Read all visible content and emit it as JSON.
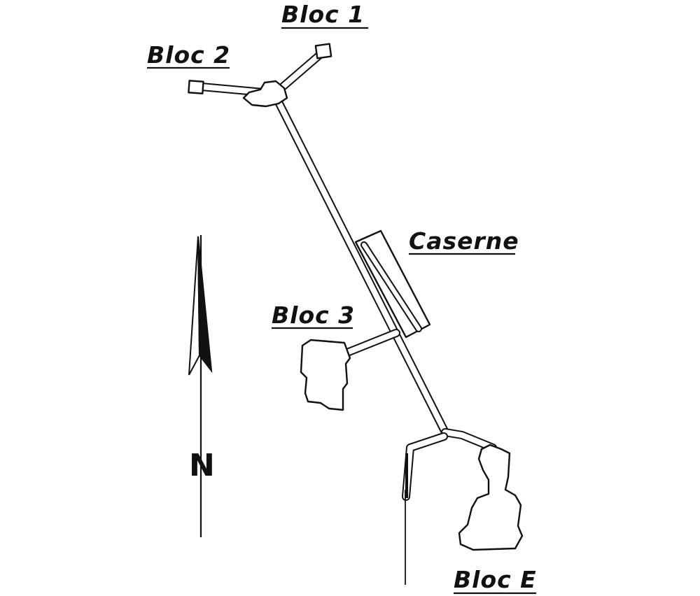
{
  "labels": {
    "bloc1": "Bloc 1",
    "bloc2": "Bloc 2",
    "caserne": "Caserne",
    "bloc3": "Bloc 3",
    "blocE": "Bloc E"
  },
  "north_arrow": {
    "letter": "N"
  },
  "colors": {
    "ink": "#111111",
    "paper": "#ffffff"
  }
}
